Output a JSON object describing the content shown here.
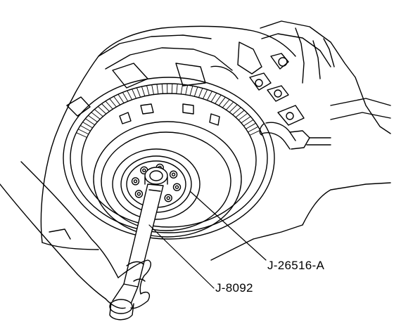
{
  "diagram": {
    "callouts": [
      {
        "id": "tool-a",
        "text": "J-26516-A"
      },
      {
        "id": "tool-b",
        "text": "J-8092"
      }
    ]
  },
  "colors": {
    "ink": "#000000",
    "paper": "#ffffff"
  }
}
